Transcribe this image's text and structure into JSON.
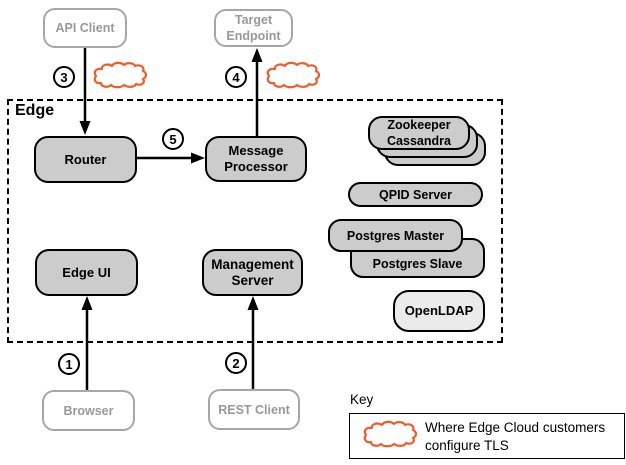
{
  "diagram": {
    "edge_label": "Edge",
    "nodes": {
      "api_client": "API Client",
      "target_endpoint": "Target\nEndpoint",
      "router": "Router",
      "message_processor": "Message\nProcessor",
      "zookeeper_cassandra": "Zookeeper\nCassandra",
      "qpid_server": "QPID Server",
      "postgres_master": "Postgres Master",
      "postgres_slave": "Postgres Slave",
      "openldap": "OpenLDAP",
      "edge_ui": "Edge UI",
      "management_server": "Management\nServer",
      "browser": "Browser",
      "rest_client": "REST Client"
    },
    "steps": [
      "1",
      "2",
      "3",
      "4",
      "5"
    ],
    "key": {
      "title": "Key",
      "entry": "Where Edge Cloud customers\nconfigure TLS"
    },
    "icons": {
      "cloud": "tls-cloud-icon"
    },
    "colors": {
      "cloud_outline": "#f15a29",
      "node_fill": "#cccccc",
      "openldap_fill": "#ebebeb",
      "external_border": "#a6a6a6",
      "external_text": "#999999",
      "line": "#000000"
    }
  }
}
